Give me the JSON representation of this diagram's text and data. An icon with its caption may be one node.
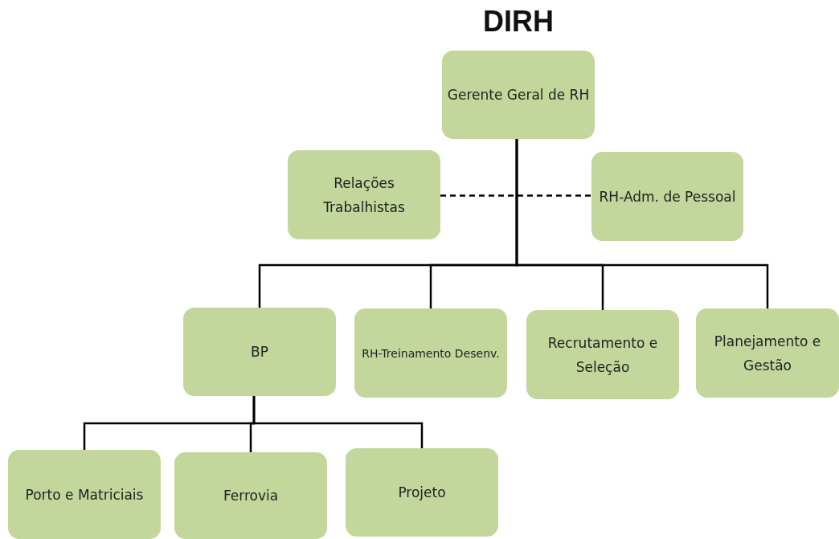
{
  "diagram": {
    "title": "DIRH",
    "nodes": [
      {
        "text": [
          "Gerente Geral de RH"
        ]
      },
      {
        "text": [
          "Relações Trabalhistas"
        ]
      },
      {
        "text": [
          "RH-Adm. de Pessoal"
        ]
      },
      {
        "text": [
          "BP"
        ]
      },
      {
        "text": [
          "RH-Treinamento Desenv."
        ]
      },
      {
        "text": [
          "Recrutamento e Seleção"
        ]
      },
      {
        "text": [
          "Planejamento e Gestão"
        ]
      },
      {
        "text": [
          "Porto e Matriciais"
        ]
      },
      {
        "text": [
          "Ferrovia"
        ]
      },
      {
        "text": [
          "Projeto"
        ]
      }
    ],
    "edges": [
      {
        "from": 1,
        "to": 2,
        "arrow": "none",
        "style": "dashed"
      },
      {
        "from": 0,
        "to": 3,
        "arrow": "none"
      },
      {
        "from": 0,
        "to": 4,
        "arrow": "none"
      },
      {
        "from": 0,
        "to": 5,
        "arrow": "none"
      },
      {
        "from": 0,
        "to": 6,
        "arrow": "none"
      },
      {
        "from": 3,
        "to": 7,
        "arrow": "none"
      },
      {
        "from": 3,
        "to": 8,
        "arrow": "none"
      },
      {
        "from": 3,
        "to": 9,
        "arrow": "none"
      }
    ]
  }
}
